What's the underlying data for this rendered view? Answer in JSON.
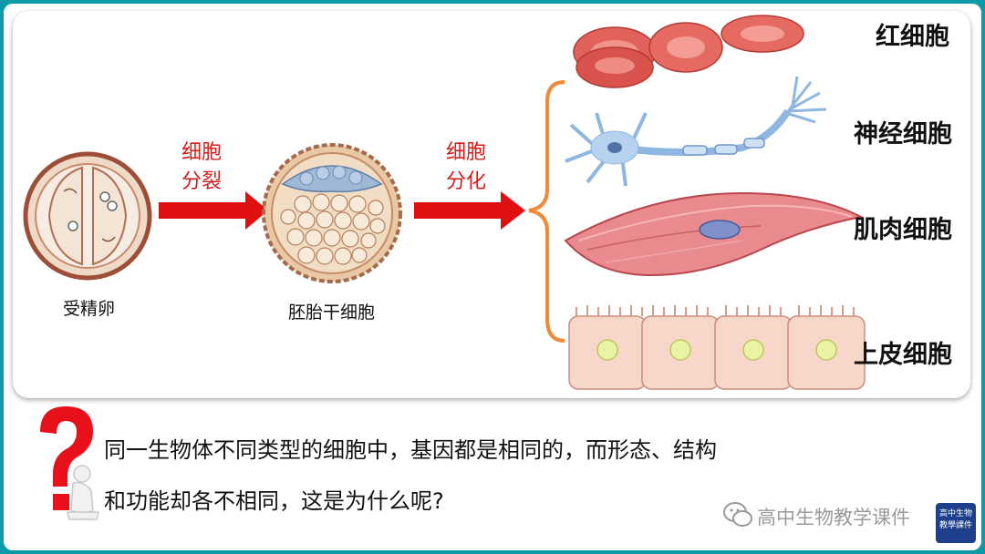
{
  "labels": {
    "fertilized_egg": "受精卵",
    "embryonic_stem_cell": "胚胎干细胞",
    "division": [
      "细胞",
      "分裂"
    ],
    "differentiation": [
      "细胞",
      "分化"
    ]
  },
  "cell_types": [
    {
      "name": "红细胞"
    },
    {
      "name": "神经细胞"
    },
    {
      "name": "肌肉细胞"
    },
    {
      "name": "上皮细胞"
    }
  ],
  "question": {
    "line1": "同一生物体不同类型的细胞中，基因都是相同的，而形态、结构",
    "line2": "和功能却各不相同，这是为什么呢?"
  },
  "watermark": {
    "text": "高中生物教学课件",
    "logo_text": [
      "高中生物",
      "教學課件"
    ]
  },
  "colors": {
    "frame": "#0e9aa7",
    "arrow": "#e01010",
    "brace": "#f08a3a",
    "question_mark": "#e8101a"
  }
}
